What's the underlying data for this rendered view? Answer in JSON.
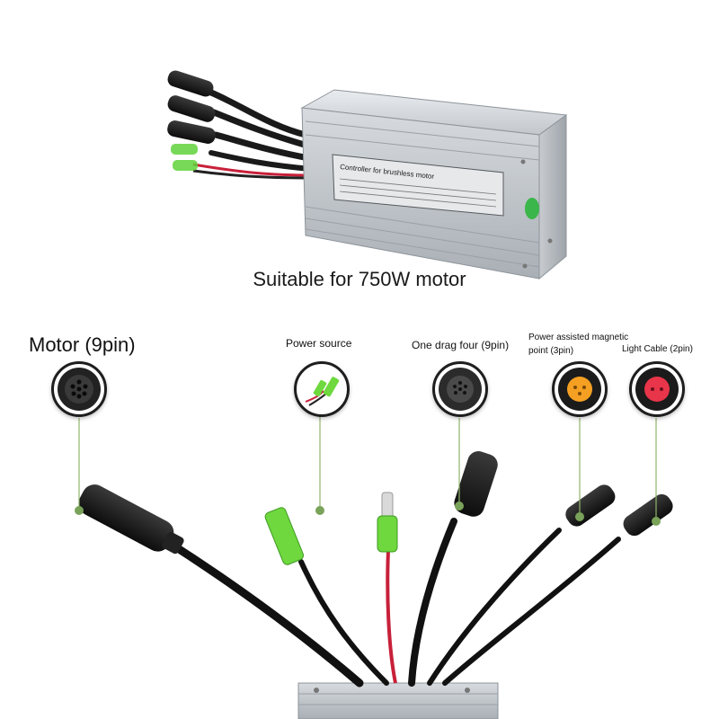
{
  "product": {
    "label_title": "Controller for brushless motor",
    "caption": "Suitable for 750W motor"
  },
  "connectors": [
    {
      "id": "motor",
      "label": "Motor (9pin)"
    },
    {
      "id": "power",
      "label": "Power source"
    },
    {
      "id": "drag",
      "label": "One drag four (9pin)"
    },
    {
      "id": "pas",
      "label": "Power assisted magnetic point (3pin)"
    },
    {
      "id": "light",
      "label": "Light Cable (2pin)"
    }
  ],
  "colors": {
    "leader_line": "#8fb56a",
    "leader_dot": "#7aa35a",
    "pas_insert": "#f5a022",
    "light_insert": "#e8354a",
    "wire_red": "#c8203a",
    "tube_green": "#6ed83e",
    "housing": "#c9cdd1"
  }
}
